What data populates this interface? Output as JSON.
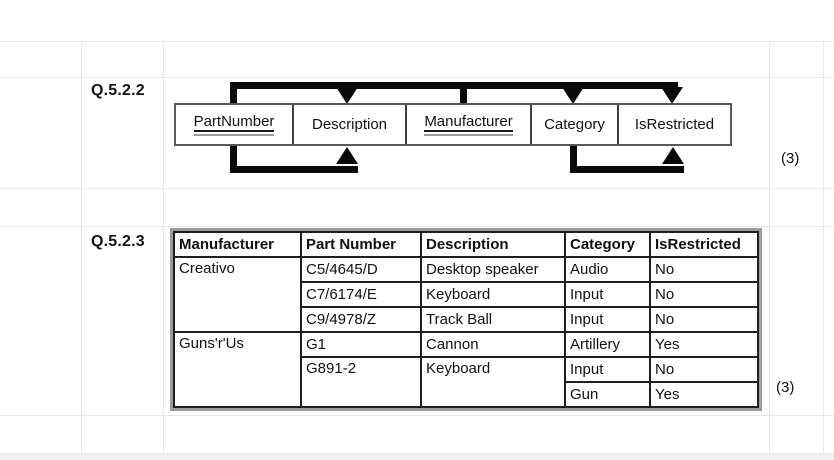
{
  "q522": {
    "label": "Q.5.2.2",
    "marks": "(3)",
    "fields": [
      {
        "name": "PartNumber",
        "underlined": true
      },
      {
        "name": "Description",
        "underlined": false
      },
      {
        "name": "Manufacturer",
        "underlined": true
      },
      {
        "name": "Category",
        "underlined": false
      },
      {
        "name": "IsRestricted",
        "underlined": false
      }
    ],
    "dependencies": {
      "top_arrows_from": [
        "PartNumber",
        "Manufacturer"
      ],
      "top_arrows_to": [
        "Description",
        "Category",
        "IsRestricted"
      ],
      "bottom_arrows": [
        {
          "from": "PartNumber",
          "to": "Description"
        },
        {
          "from": "Category",
          "to": "IsRestricted"
        }
      ]
    }
  },
  "q523": {
    "label": "Q.5.2.3",
    "marks": "(3)",
    "table": {
      "headers": [
        "Manufacturer",
        "Part Number",
        "Description",
        "Category",
        "IsRestricted"
      ],
      "rows": [
        [
          "Creativo",
          "C5/4645/D",
          "Desktop speaker",
          "Audio",
          "No"
        ],
        [
          "",
          "C7/6174/E",
          "Keyboard",
          "Input",
          "No"
        ],
        [
          "",
          "C9/4978/Z",
          "Track Ball",
          "Input",
          "No"
        ],
        [
          "Guns'r'Us",
          "G1",
          "Cannon",
          "Artillery",
          "Yes"
        ],
        [
          "",
          "G891-2",
          "Keyboard",
          "Input",
          "No"
        ],
        [
          "",
          "",
          "",
          "Gun",
          "Yes"
        ]
      ]
    }
  },
  "colors": {
    "gridline": "#e8e8e8",
    "arrow": "#0a0a0a",
    "table_border": "#1f1f1f",
    "table_shadow": "#9c9c9c"
  }
}
